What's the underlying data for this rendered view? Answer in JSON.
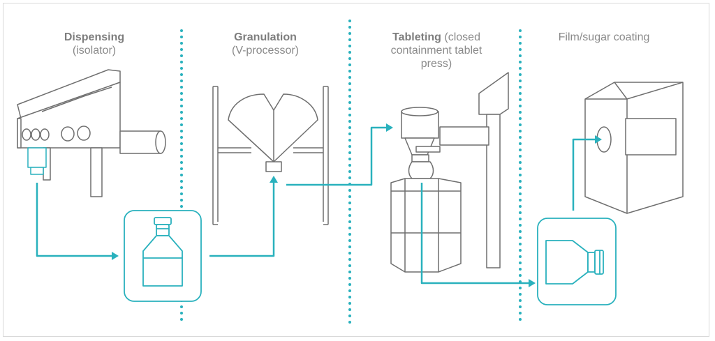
{
  "stages": [
    {
      "name": "Dispensing",
      "detail": "(isolator)"
    },
    {
      "name": "Granulation",
      "detail": "(V-processor)"
    },
    {
      "name": "Tableting",
      "detail_line1": "(closed",
      "detail_line2": "containment tablet",
      "detail_line3": "press)"
    },
    {
      "name": "",
      "detail": "Film/sugar coating"
    }
  ],
  "colors": {
    "teal": "#29b1bd",
    "equipment_stroke": "#6f6f6f",
    "title_gray": "#8a8a8a",
    "frame": "#d9d9d9"
  },
  "icons": [
    "isolator-icon",
    "container-icon",
    "v-blender-icon",
    "tablet-press-icon",
    "coating-pan-icon"
  ]
}
